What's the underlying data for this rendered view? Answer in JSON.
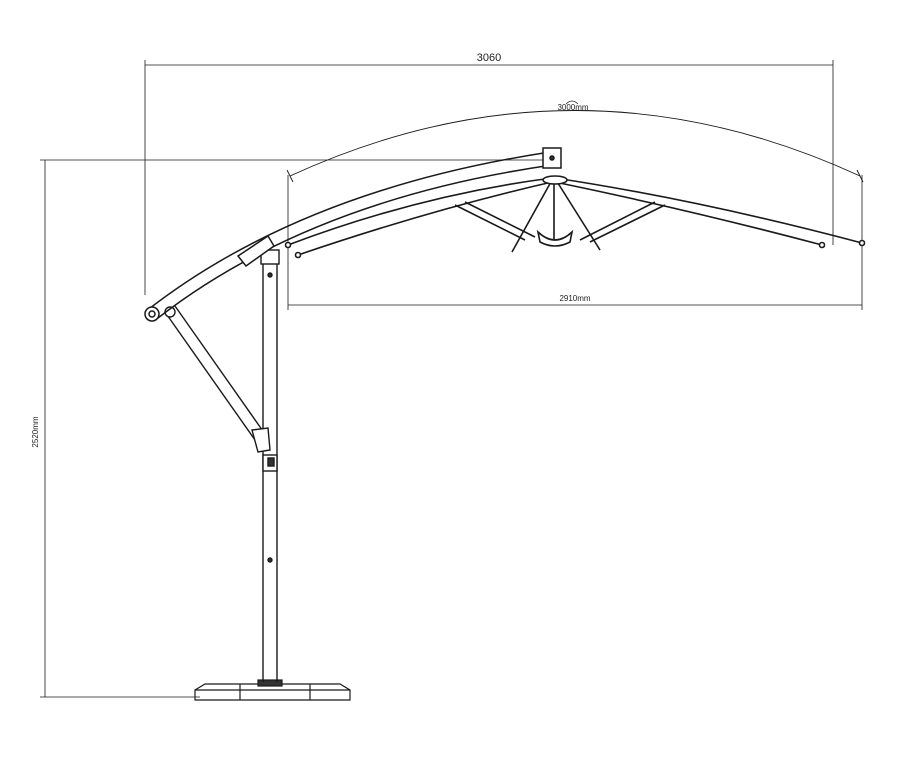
{
  "dimensions": {
    "overall_width": "3060",
    "canopy_arc": "3000mm",
    "canopy_span": "2910mm",
    "height": "2520mm"
  },
  "colors": {
    "line": "#1a1a1a",
    "background": "#ffffff"
  }
}
